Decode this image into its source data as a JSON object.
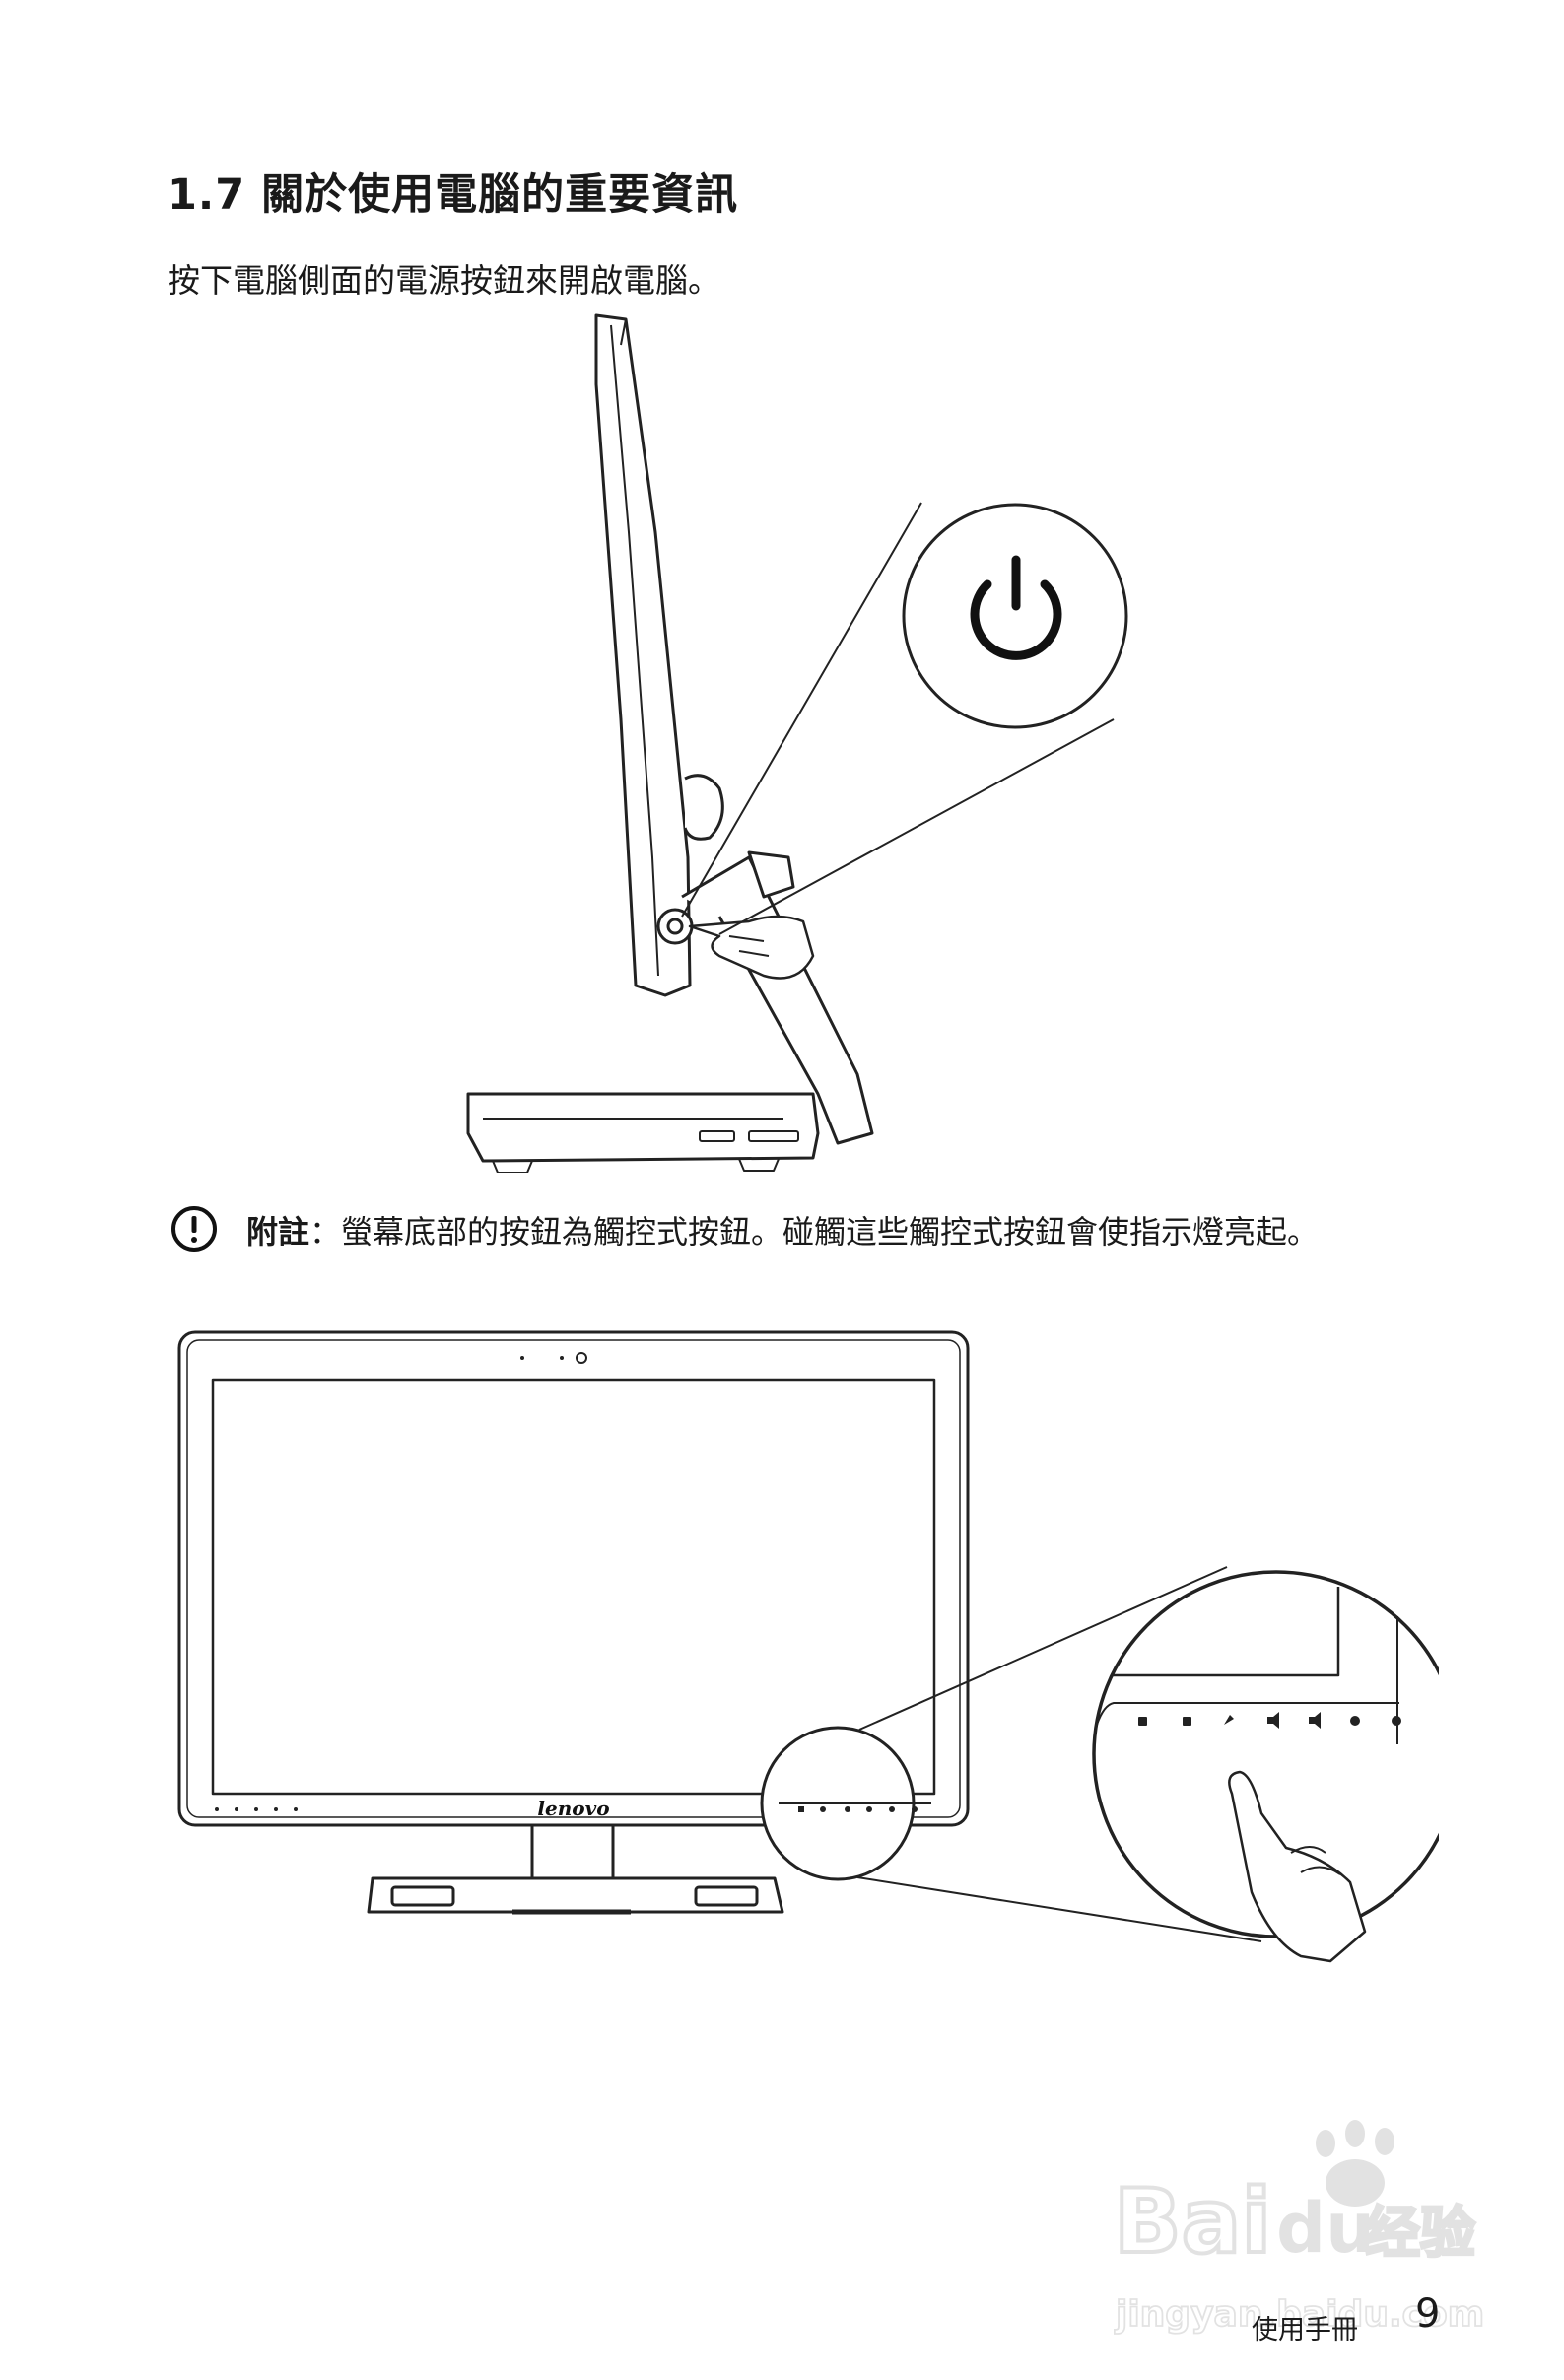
{
  "page": {
    "heading": "1.7 關於使用電腦的重要資訊",
    "intro": "按下電腦側面的電源按鈕來開啟電腦。",
    "note_label": "附註",
    "note_separator": "：",
    "note_text": "螢幕底部的按鈕為觸控式按鈕。碰觸這些觸控式按鈕會使指示燈亮起。",
    "footer_label": "使用手冊",
    "page_number": "9"
  },
  "figures": {
    "side_view": {
      "power_icon": "power-icon"
    },
    "front_view": {
      "logo_text": "lenovo",
      "touch_buttons": [
        "button-icon",
        "button-icon",
        "button-icon",
        "volume-icon",
        "volume-icon",
        "brightness-icon",
        "brightness-icon"
      ]
    }
  },
  "watermark": {
    "line1": "Bai",
    "line1b": "du",
    "line1c": "经验",
    "line2": "jingyan.baidu.com"
  },
  "colors": {
    "ink": "#1a1a1a",
    "line": "#222222",
    "watermark": "#9a9a9a"
  }
}
